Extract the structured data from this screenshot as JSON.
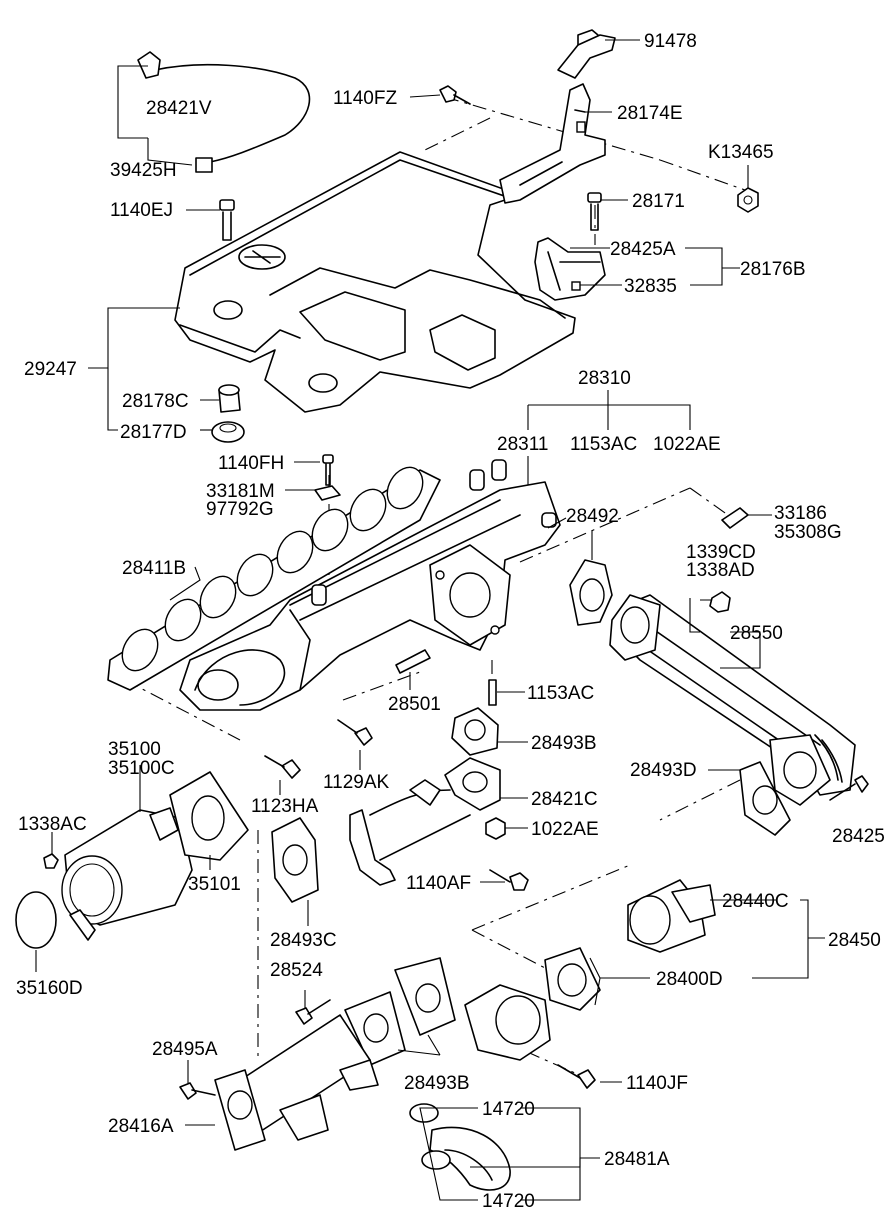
{
  "diagram": {
    "labels": {
      "p91478": "91478",
      "p28421V": "28421V",
      "p1140FZ": "1140FZ",
      "p28174E": "28174E",
      "pK13465": "K13465",
      "p39425H": "39425H",
      "p1140EJ": "1140EJ",
      "p28171": "28171",
      "p28425A": "28425A",
      "p28176B": "28176B",
      "p32835": "32835",
      "p29247": "29247",
      "p28178C": "28178C",
      "p28177D": "28177D",
      "p28310": "28310",
      "p28311": "28311",
      "p1153AC_top": "1153AC",
      "p1022AE_top": "1022AE",
      "p1140FH": "1140FH",
      "p33181M": "33181M",
      "p97792G": "97792G",
      "p28492": "28492",
      "p33186": "33186",
      "p35308G": "35308G",
      "p1339CD": "1339CD",
      "p1338AD": "1338AD",
      "p28411B": "28411B",
      "p28550": "28550",
      "p28501": "28501",
      "p1153AC_mid": "1153AC",
      "p35100": "35100",
      "p35100C": "35100C",
      "p28493B_mid": "28493B",
      "p1129AK": "1129AK",
      "p28493D": "28493D",
      "p1338AC": "1338AC",
      "p1123HA": "1123HA",
      "p28421C": "28421C",
      "p1022AE_mid": "1022AE",
      "p28425_cut": "28425",
      "p35101": "35101",
      "p1140AF": "1140AF",
      "p28440C": "28440C",
      "p28493C": "28493C",
      "p28450_cut": "28450",
      "p35160D": "35160D",
      "p28524": "28524",
      "p28400D": "28400D",
      "p28495A": "28495A",
      "p28493B_low": "28493B",
      "p1140JF": "1140JF",
      "p28416A": "28416A",
      "p14720_top": "14720",
      "p28481A": "28481A",
      "p14720_bot": "14720"
    }
  }
}
